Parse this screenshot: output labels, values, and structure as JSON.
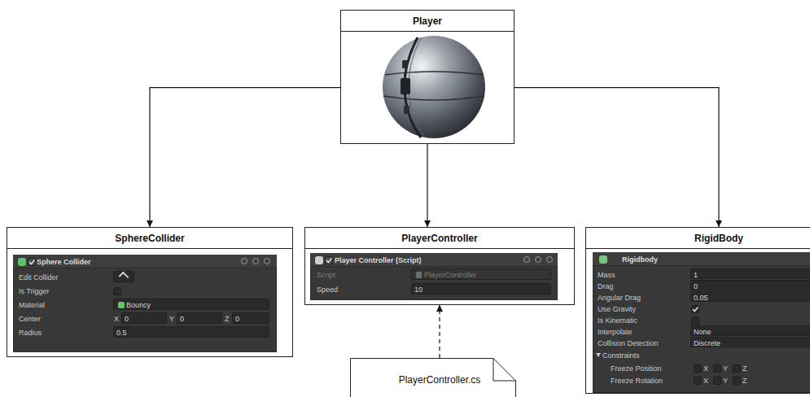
{
  "diagram": {
    "nodes": [
      {
        "text": [
          "Player"
        ]
      },
      {
        "text": [
          "SphereCollider",
          "Sphere Collider",
          "Edit Collider",
          "Is Trigger",
          "Material",
          "Bouncy",
          "Center",
          "X",
          "0",
          "Y",
          "0",
          "Z",
          "0",
          "Radius",
          "0.5"
        ]
      },
      {
        "text": [
          "PlayerController",
          "Player Controller (Script)",
          "Script",
          "PlayerController",
          "Speed",
          "10"
        ]
      },
      {
        "text": [
          "RigidBody",
          "Rigidbody",
          "Mass",
          "1",
          "Drag",
          "0",
          "Angular Drag",
          "0.05",
          "Use Gravity",
          "Is Kinematic",
          "Interpolate",
          "None",
          "Collision Detection",
          "Discrete",
          "Constraints",
          "Freeze Position",
          "X",
          "Y",
          "Z",
          "Freeze Rotation",
          "X",
          "Y",
          "Z"
        ]
      },
      {
        "text": [
          "PlayerController.cs"
        ]
      }
    ],
    "edges": [
      {
        "from": 0,
        "to": 1,
        "arrow": "to"
      },
      {
        "from": 0,
        "to": 2,
        "arrow": "to"
      },
      {
        "from": 0,
        "to": 3,
        "arrow": "to"
      },
      {
        "from": 4,
        "to": 2,
        "arrow": "to"
      }
    ]
  }
}
